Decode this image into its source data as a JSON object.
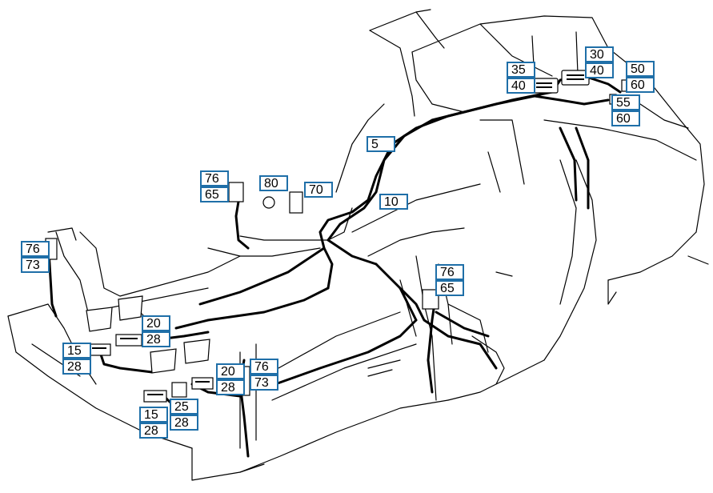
{
  "callout_color": "#1f6fa8",
  "line_color": "#000000",
  "hotspots": [
    {
      "id": "c35",
      "label": "35"
    },
    {
      "id": "c40a",
      "label": "40"
    },
    {
      "id": "c30",
      "label": "30"
    },
    {
      "id": "c40b",
      "label": "40"
    },
    {
      "id": "c50",
      "label": "50"
    },
    {
      "id": "c60a",
      "label": "60"
    },
    {
      "id": "c55",
      "label": "55"
    },
    {
      "id": "c60b",
      "label": "60"
    },
    {
      "id": "c5",
      "label": "5"
    },
    {
      "id": "c10",
      "label": "10"
    },
    {
      "id": "c80",
      "label": "80"
    },
    {
      "id": "c70",
      "label": "70"
    },
    {
      "id": "c76a",
      "label": "76"
    },
    {
      "id": "c65a",
      "label": "65"
    },
    {
      "id": "c76b",
      "label": "76"
    },
    {
      "id": "c73a",
      "label": "73"
    },
    {
      "id": "c76c",
      "label": "76"
    },
    {
      "id": "c65b",
      "label": "65"
    },
    {
      "id": "c20a",
      "label": "20"
    },
    {
      "id": "c28a",
      "label": "28"
    },
    {
      "id": "c15a",
      "label": "15"
    },
    {
      "id": "c28b",
      "label": "28"
    },
    {
      "id": "c20b",
      "label": "20"
    },
    {
      "id": "c28c",
      "label": "28"
    },
    {
      "id": "c76d",
      "label": "76"
    },
    {
      "id": "c73b",
      "label": "73"
    },
    {
      "id": "c25",
      "label": "25"
    },
    {
      "id": "c15b",
      "label": "15"
    },
    {
      "id": "c28d",
      "label": "28"
    },
    {
      "id": "c28e",
      "label": "28"
    }
  ]
}
